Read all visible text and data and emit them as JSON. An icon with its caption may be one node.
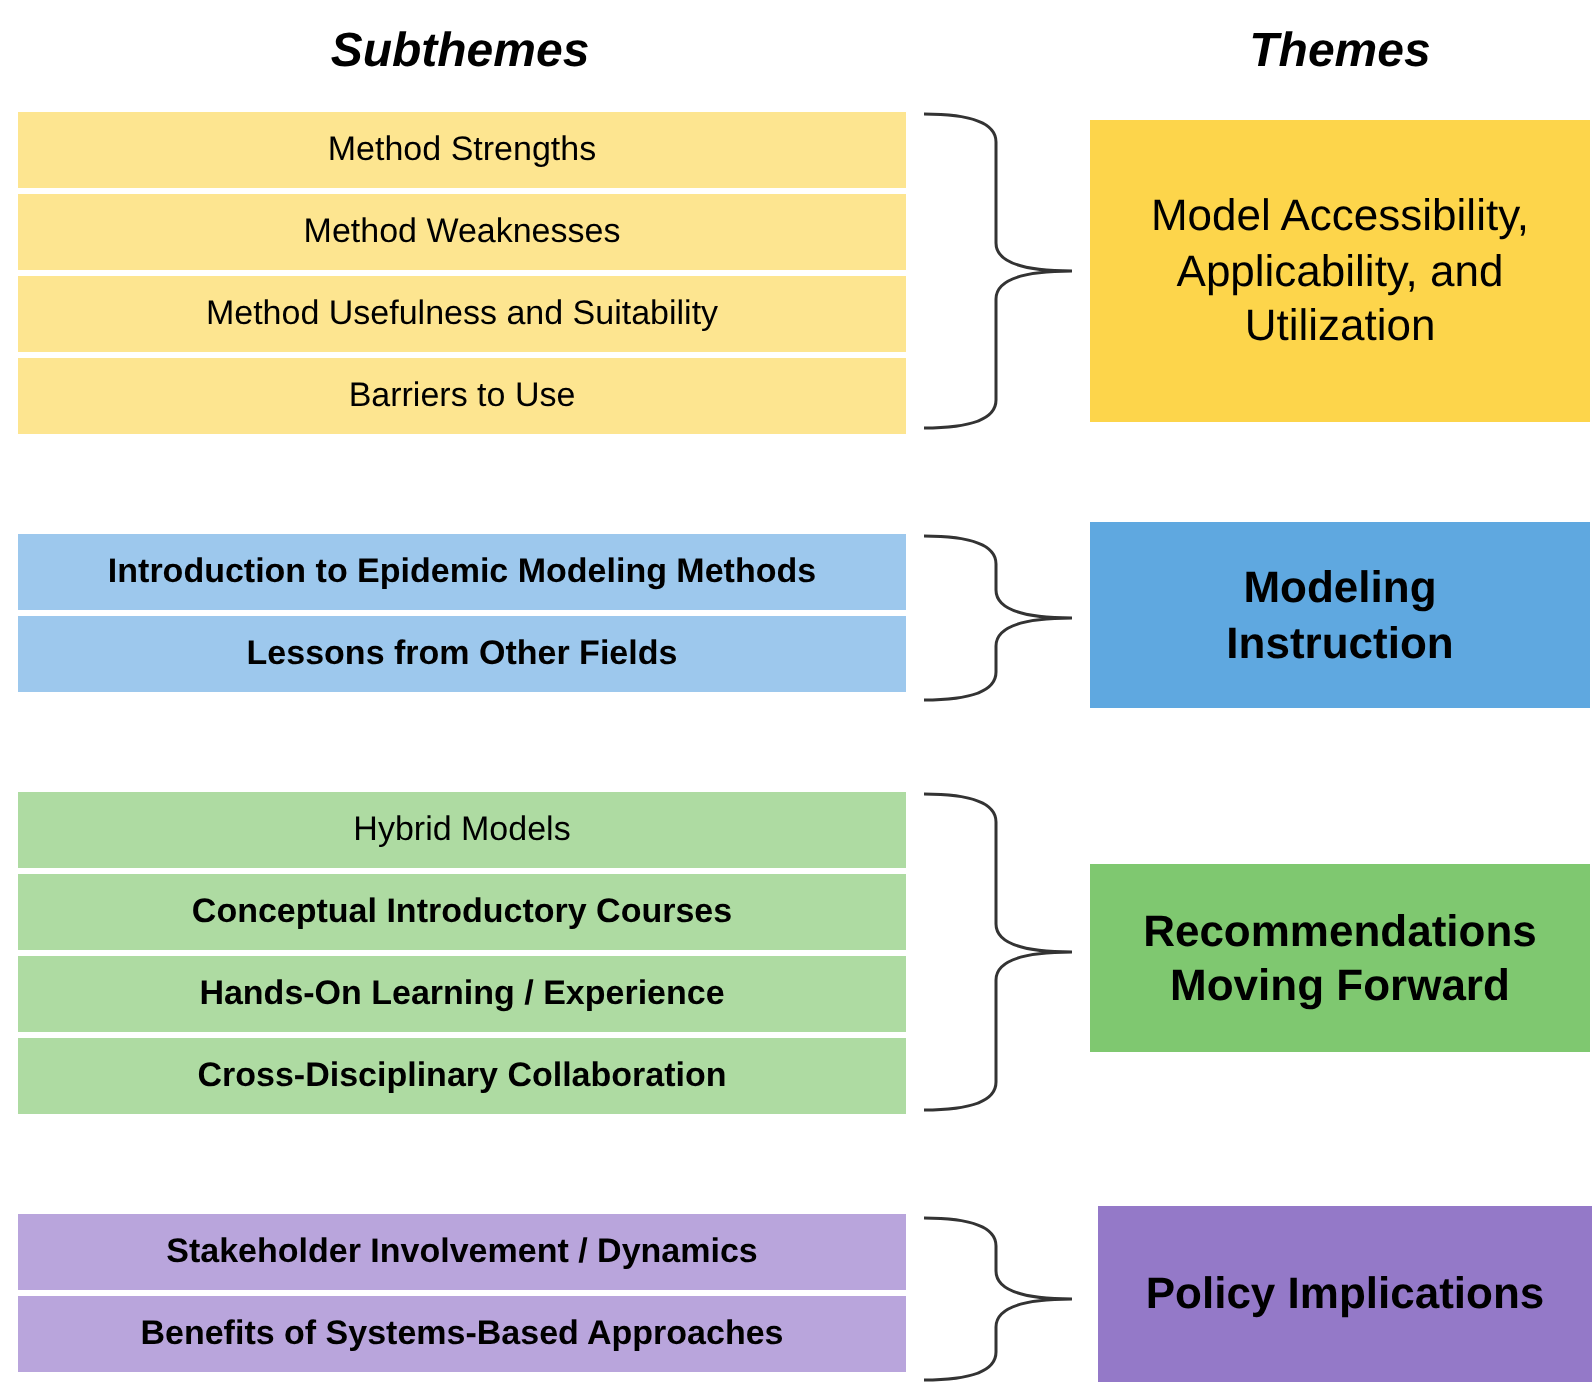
{
  "diagram": {
    "nodes": [
      {
        "text": [
          "Method Strengths"
        ]
      },
      {
        "text": [
          "Method Weaknesses"
        ]
      },
      {
        "text": [
          "Method Usefulness and Suitability"
        ]
      },
      {
        "text": [
          "Barriers to Use"
        ]
      },
      {
        "text": [
          "Model Accessibility, Applicability, and Utilization"
        ]
      },
      {
        "text": [
          "Introduction to Epidemic Modeling Methods"
        ]
      },
      {
        "text": [
          "Lessons from Other Fields"
        ]
      },
      {
        "text": [
          "Modeling Instruction"
        ]
      },
      {
        "text": [
          "Hybrid Models"
        ]
      },
      {
        "text": [
          "Conceptual Introductory Courses"
        ]
      },
      {
        "text": [
          "Hands-On Learning / Experience"
        ]
      },
      {
        "text": [
          "Cross-Disciplinary Collaboration"
        ]
      },
      {
        "text": [
          "Recommendations Moving Forward"
        ]
      },
      {
        "text": [
          "Stakeholder Involvement / Dynamics"
        ]
      },
      {
        "text": [
          "Benefits of Systems-Based Approaches"
        ]
      },
      {
        "text": [
          "Policy Implications"
        ]
      }
    ],
    "labels": [
      "Subthemes",
      "Themes"
    ]
  }
}
